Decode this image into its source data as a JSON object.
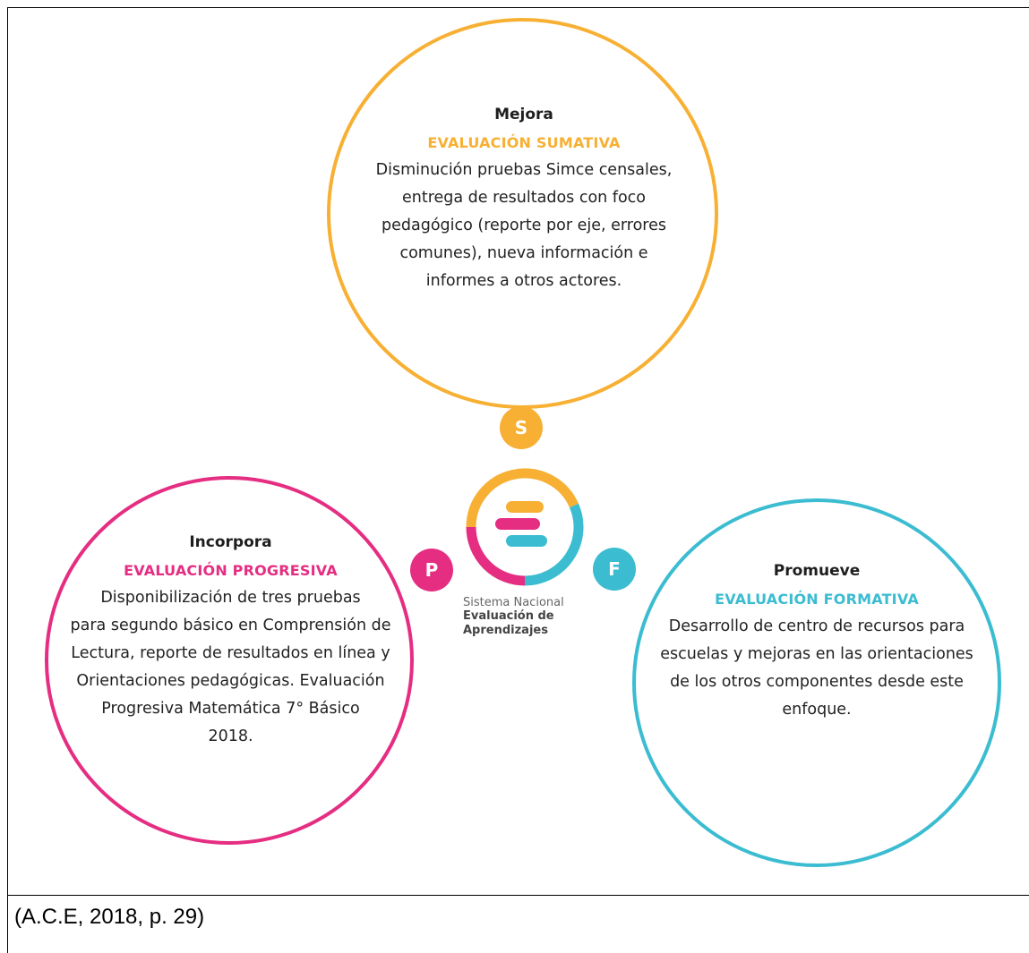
{
  "diagram": {
    "colors": {
      "sumativa": "#f7b033",
      "progresiva": "#e52d82",
      "formativa": "#3bbcd1"
    },
    "top": {
      "heading": "Mejora",
      "title": "EVALUACIÓN SUMATIVA",
      "lines": [
        "Disminución pruebas Simce censales,",
        "entrega de resultados con foco",
        "pedagógico (reporte por eje, errores",
        "comunes), nueva información e",
        "informes a otros actores."
      ]
    },
    "left": {
      "heading": "Incorpora",
      "title": "EVALUACIÓN PROGRESIVA",
      "lines": [
        "Disponibilización de tres pruebas",
        "para segundo básico en Comprensión de",
        "Lectura, reporte de resultados en línea y",
        "Orientaciones pedagógicas. Evaluación",
        "Progresiva Matemática 7° Básico",
        "2018."
      ]
    },
    "right": {
      "heading": "Promueve",
      "title": "EVALUACIÓN FORMATIVA",
      "lines": [
        "Desarrollo de centro de recursos para",
        "escuelas y mejoras en las orientaciones",
        "de los otros componentes desde este",
        "enfoque."
      ]
    },
    "badges": {
      "s": "S",
      "p": "P",
      "f": "F"
    },
    "logo": {
      "line1": "Sistema Nacional",
      "line2": "Evaluación de",
      "line3": "Aprendizajes"
    }
  },
  "citation": "(A.C.E, 2018, p. 29)"
}
